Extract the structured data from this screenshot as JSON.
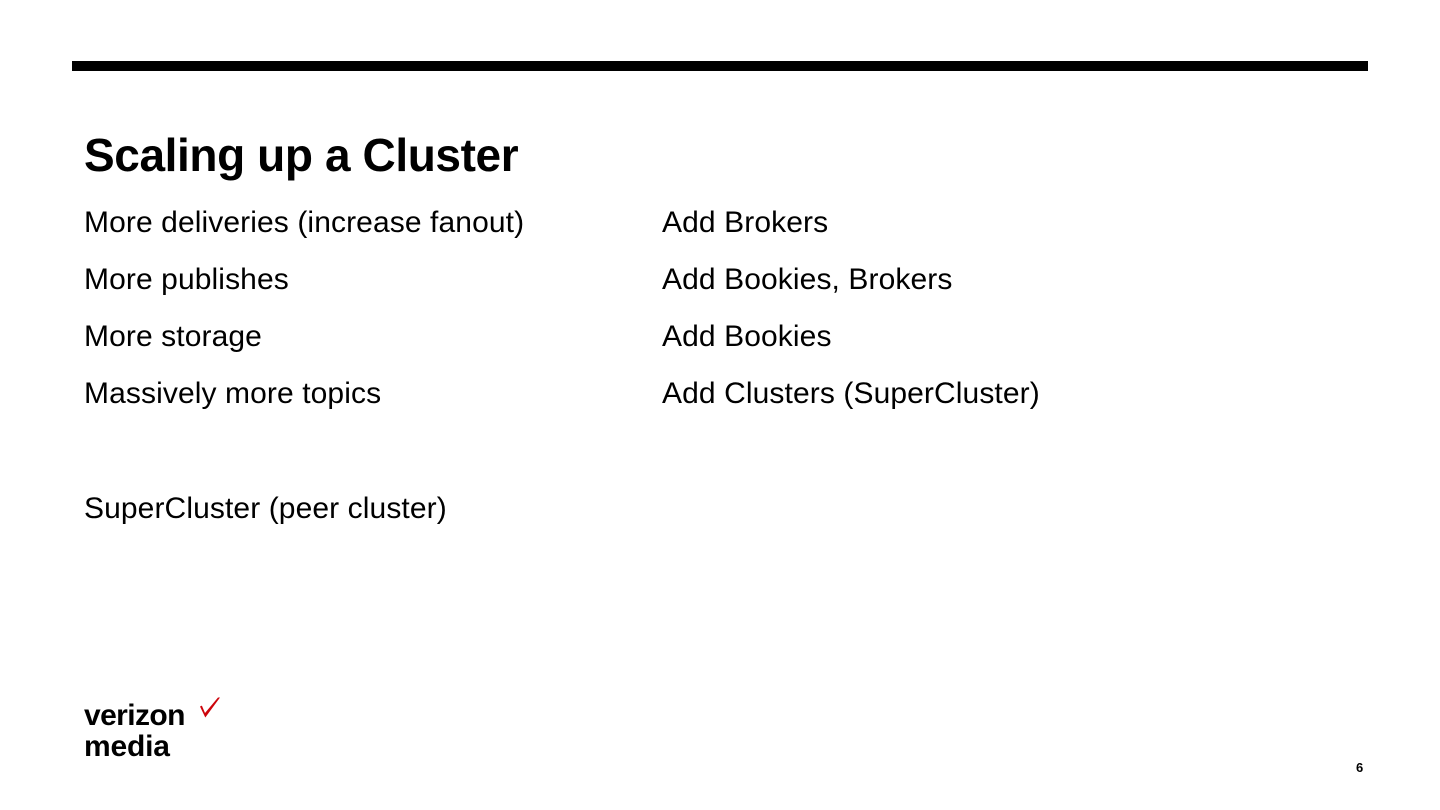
{
  "slide": {
    "title": "Scaling up a Cluster",
    "page_number": "6",
    "rows": [
      {
        "need": "More deliveries (increase fanout)",
        "action": "Add Brokers"
      },
      {
        "need": "More publishes",
        "action": "Add Bookies, Brokers"
      },
      {
        "need": "More storage",
        "action": "Add Bookies"
      },
      {
        "need": "Massively more topics",
        "action": "Add Clusters (SuperCluster)"
      }
    ],
    "note": "SuperCluster (peer cluster)"
  },
  "logo": {
    "line1": "verizon",
    "line2": "media",
    "check_color": "#CD040B"
  },
  "colors": {
    "rule": "#000000",
    "text": "#000000",
    "background": "#ffffff"
  }
}
